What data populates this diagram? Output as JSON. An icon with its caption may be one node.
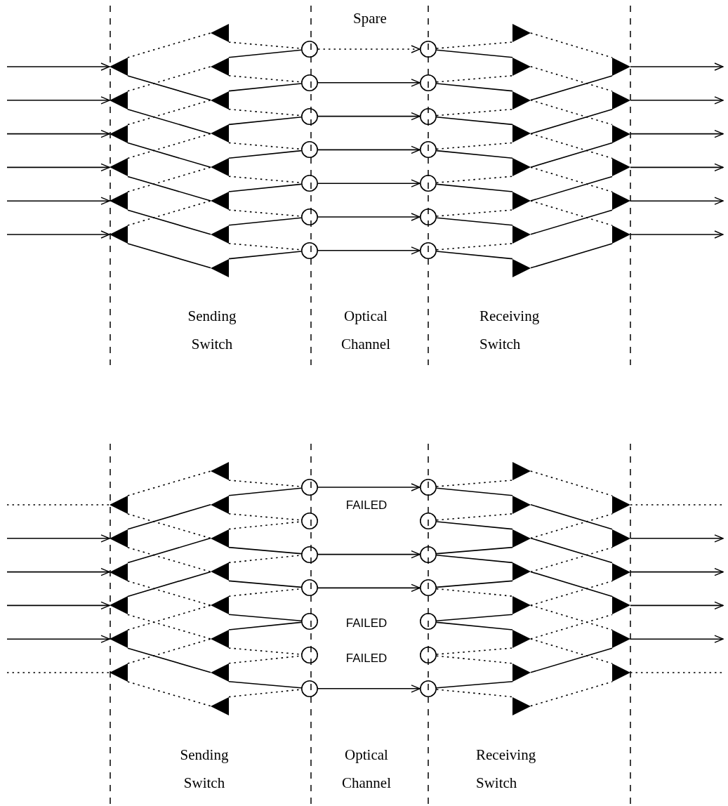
{
  "diagram": {
    "nodes": [
      {
        "text": [],
        "shape": "triangle"
      },
      {
        "text": [],
        "shape": "triangle"
      },
      {
        "text": [],
        "shape": "triangle"
      },
      {
        "text": [],
        "shape": "triangle"
      },
      {
        "text": [],
        "shape": "triangle"
      },
      {
        "text": [],
        "shape": "triangle"
      },
      {
        "text": [],
        "shape": "triangle"
      },
      {
        "text": [],
        "shape": "triangle"
      },
      {
        "text": [],
        "shape": "triangle"
      },
      {
        "text": [],
        "shape": "triangle"
      },
      {
        "text": [],
        "shape": "triangle"
      },
      {
        "text": [],
        "shape": "triangle"
      },
      {
        "text": [],
        "shape": "triangle"
      },
      {
        "text": [],
        "shape": "triangle"
      },
      {
        "text": [],
        "shape": "circle"
      },
      {
        "text": [],
        "shape": "circle"
      },
      {
        "text": [],
        "shape": "circle"
      },
      {
        "text": [],
        "shape": "circle"
      },
      {
        "text": [],
        "shape": "circle"
      },
      {
        "text": [],
        "shape": "circle"
      },
      {
        "text": [],
        "shape": "circle"
      },
      {
        "text": [],
        "shape": "circle"
      },
      {
        "text": [],
        "shape": "circle"
      },
      {
        "text": [],
        "shape": "circle"
      },
      {
        "text": [],
        "shape": "circle"
      },
      {
        "text": [],
        "shape": "circle"
      },
      {
        "text": [],
        "shape": "circle"
      },
      {
        "text": [],
        "shape": "circle"
      },
      {
        "text": [],
        "shape": "triangle"
      },
      {
        "text": [],
        "shape": "triangle"
      },
      {
        "text": [],
        "shape": "triangle"
      },
      {
        "text": [],
        "shape": "triangle"
      },
      {
        "text": [],
        "shape": "triangle"
      },
      {
        "text": [],
        "shape": "triangle"
      },
      {
        "text": [],
        "shape": "triangle"
      },
      {
        "text": [],
        "shape": "triangle"
      },
      {
        "text": [],
        "shape": "triangle"
      },
      {
        "text": [],
        "shape": "triangle"
      },
      {
        "text": [],
        "shape": "triangle"
      },
      {
        "text": [],
        "shape": "triangle"
      },
      {
        "text": [],
        "shape": "triangle"
      },
      {
        "text": [],
        "shape": "triangle"
      },
      {
        "text": [],
        "shape": "triangle"
      },
      {
        "text": [],
        "shape": "triangle"
      },
      {
        "text": [],
        "shape": "triangle"
      },
      {
        "text": [],
        "shape": "triangle"
      },
      {
        "text": [],
        "shape": "triangle"
      },
      {
        "text": [],
        "shape": "triangle"
      },
      {
        "text": [],
        "shape": "triangle"
      },
      {
        "text": [],
        "shape": "triangle"
      },
      {
        "text": [],
        "shape": "triangle"
      },
      {
        "text": [],
        "shape": "triangle"
      },
      {
        "text": [],
        "shape": "triangle"
      },
      {
        "text": [],
        "shape": "triangle"
      },
      {
        "text": [],
        "shape": "triangle"
      },
      {
        "text": [],
        "shape": "triangle"
      },
      {
        "text": [],
        "shape": "circle"
      },
      {
        "text": [],
        "shape": "circle"
      },
      {
        "text": [],
        "shape": "circle"
      },
      {
        "text": [],
        "shape": "circle"
      },
      {
        "text": [],
        "shape": "circle"
      },
      {
        "text": [],
        "shape": "circle"
      },
      {
        "text": [],
        "shape": "circle"
      },
      {
        "text": [],
        "shape": "circle"
      },
      {
        "text": [],
        "shape": "circle"
      },
      {
        "text": [],
        "shape": "circle"
      },
      {
        "text": [],
        "shape": "circle"
      },
      {
        "text": [],
        "shape": "circle"
      },
      {
        "text": [],
        "shape": "circle"
      },
      {
        "text": [],
        "shape": "circle"
      },
      {
        "text": [],
        "shape": "triangle"
      },
      {
        "text": [],
        "shape": "triangle"
      },
      {
        "text": [],
        "shape": "triangle"
      },
      {
        "text": [],
        "shape": "triangle"
      },
      {
        "text": [],
        "shape": "triangle"
      },
      {
        "text": [],
        "shape": "triangle"
      },
      {
        "text": [],
        "shape": "triangle"
      },
      {
        "text": [],
        "shape": "triangle"
      },
      {
        "text": [],
        "shape": "triangle"
      },
      {
        "text": [],
        "shape": "triangle"
      },
      {
        "text": [],
        "shape": "triangle"
      },
      {
        "text": [],
        "shape": "triangle"
      },
      {
        "text": [],
        "shape": "triangle"
      },
      {
        "text": [],
        "shape": "triangle"
      }
    ],
    "edges": [
      {
        "from": null,
        "to": 0,
        "arrow": "to"
      },
      {
        "from": null,
        "to": 1,
        "arrow": "to"
      },
      {
        "from": null,
        "to": 2,
        "arrow": "to"
      },
      {
        "from": null,
        "to": 3,
        "arrow": "to"
      },
      {
        "from": null,
        "to": 4,
        "arrow": "to"
      },
      {
        "from": null,
        "to": 5,
        "arrow": "to"
      },
      {
        "from": 0,
        "to": 6,
        "arrow": "none",
        "style": "dashed"
      },
      {
        "from": 0,
        "to": 8,
        "arrow": "none"
      },
      {
        "from": 1,
        "to": 7,
        "arrow": "none",
        "style": "dashed"
      },
      {
        "from": 1,
        "to": 9,
        "arrow": "none"
      },
      {
        "from": 2,
        "to": 8,
        "arrow": "none",
        "style": "dashed"
      },
      {
        "from": 2,
        "to": 10,
        "arrow": "none"
      },
      {
        "from": 3,
        "to": 9,
        "arrow": "none",
        "style": "dashed"
      },
      {
        "from": 3,
        "to": 11,
        "arrow": "none"
      },
      {
        "from": 4,
        "to": 10,
        "arrow": "none",
        "style": "dashed"
      },
      {
        "from": 4,
        "to": 12,
        "arrow": "none"
      },
      {
        "from": 5,
        "to": 11,
        "arrow": "none",
        "style": "dashed"
      },
      {
        "from": 5,
        "to": 13,
        "arrow": "none"
      },
      {
        "from": 6,
        "to": 14,
        "arrow": "none",
        "style": "dashed"
      },
      {
        "from": 7,
        "to": 14,
        "arrow": "none"
      },
      {
        "from": 7,
        "to": 15,
        "arrow": "none",
        "style": "dashed"
      },
      {
        "from": 8,
        "to": 15,
        "arrow": "none"
      },
      {
        "from": 8,
        "to": 16,
        "arrow": "none",
        "style": "dashed"
      },
      {
        "from": 9,
        "to": 16,
        "arrow": "none"
      },
      {
        "from": 9,
        "to": 17,
        "arrow": "none",
        "style": "dashed"
      },
      {
        "from": 10,
        "to": 17,
        "arrow": "none"
      },
      {
        "from": 10,
        "to": 18,
        "arrow": "none",
        "style": "dashed"
      },
      {
        "from": 11,
        "to": 18,
        "arrow": "none"
      },
      {
        "from": 11,
        "to": 19,
        "arrow": "none",
        "style": "dashed"
      },
      {
        "from": 12,
        "to": 19,
        "arrow": "none"
      },
      {
        "from": 12,
        "to": 20,
        "arrow": "none",
        "style": "dashed"
      },
      {
        "from": 13,
        "to": 20,
        "arrow": "none"
      },
      {
        "from": 14,
        "to": 21,
        "arrow": "to",
        "style": "dashed"
      },
      {
        "from": 15,
        "to": 22,
        "arrow": "to"
      },
      {
        "from": 16,
        "to": 23,
        "arrow": "to"
      },
      {
        "from": 17,
        "to": 24,
        "arrow": "to"
      },
      {
        "from": 18,
        "to": 25,
        "arrow": "to"
      },
      {
        "from": 19,
        "to": 26,
        "arrow": "to"
      },
      {
        "from": 20,
        "to": 27,
        "arrow": "to"
      },
      {
        "from": 21,
        "to": 28,
        "arrow": "none",
        "style": "dashed"
      },
      {
        "from": 21,
        "to": 29,
        "arrow": "none"
      },
      {
        "from": 22,
        "to": 29,
        "arrow": "none",
        "style": "dashed"
      },
      {
        "from": 22,
        "to": 30,
        "arrow": "none"
      },
      {
        "from": 23,
        "to": 30,
        "arrow": "none",
        "style": "dashed"
      },
      {
        "from": 23,
        "to": 31,
        "arrow": "none"
      },
      {
        "from": 24,
        "to": 31,
        "arrow": "none",
        "style": "dashed"
      },
      {
        "from": 24,
        "to": 32,
        "arrow": "none"
      },
      {
        "from": 25,
        "to": 32,
        "arrow": "none",
        "style": "dashed"
      },
      {
        "from": 25,
        "to": 33,
        "arrow": "none"
      },
      {
        "from": 26,
        "to": 33,
        "arrow": "none",
        "style": "dashed"
      },
      {
        "from": 26,
        "to": 34,
        "arrow": "none"
      },
      {
        "from": 27,
        "to": 34,
        "arrow": "none",
        "style": "dashed"
      },
      {
        "from": 27,
        "to": 35,
        "arrow": "none"
      },
      {
        "from": 28,
        "to": 36,
        "arrow": "none",
        "style": "dashed"
      },
      {
        "from": 30,
        "to": 36,
        "arrow": "none"
      },
      {
        "from": 29,
        "to": 37,
        "arrow": "none",
        "style": "dashed"
      },
      {
        "from": 31,
        "to": 37,
        "arrow": "none"
      },
      {
        "from": 30,
        "to": 38,
        "arrow": "none",
        "style": "dashed"
      },
      {
        "from": 32,
        "to": 38,
        "arrow": "none"
      },
      {
        "from": 31,
        "to": 39,
        "arrow": "none",
        "style": "dashed"
      },
      {
        "from": 33,
        "to": 39,
        "arrow": "none"
      },
      {
        "from": 32,
        "to": 40,
        "arrow": "none",
        "style": "dashed"
      },
      {
        "from": 34,
        "to": 40,
        "arrow": "none"
      },
      {
        "from": 33,
        "to": 41,
        "arrow": "none",
        "style": "dashed"
      },
      {
        "from": 35,
        "to": 41,
        "arrow": "none"
      },
      {
        "from": 36,
        "to": null,
        "arrow": "to"
      },
      {
        "from": 37,
        "to": null,
        "arrow": "to"
      },
      {
        "from": 38,
        "to": null,
        "arrow": "to"
      },
      {
        "from": 39,
        "to": null,
        "arrow": "to"
      },
      {
        "from": 40,
        "to": null,
        "arrow": "to"
      },
      {
        "from": 41,
        "to": null,
        "arrow": "to"
      },
      {
        "from": null,
        "to": 42,
        "arrow": "none",
        "style": "dashed"
      },
      {
        "from": null,
        "to": 43,
        "arrow": "to"
      },
      {
        "from": null,
        "to": 44,
        "arrow": "to"
      },
      {
        "from": null,
        "to": 45,
        "arrow": "to"
      },
      {
        "from": null,
        "to": 46,
        "arrow": "to"
      },
      {
        "from": null,
        "to": 47,
        "arrow": "none",
        "style": "dashed"
      },
      {
        "from": 42,
        "to": 48,
        "arrow": "none",
        "style": "dashed"
      },
      {
        "from": 42,
        "to": 50,
        "arrow": "none",
        "style": "dashed"
      },
      {
        "from": 43,
        "to": 49,
        "arrow": "none"
      },
      {
        "from": 43,
        "to": 51,
        "arrow": "none",
        "style": "dashed"
      },
      {
        "from": 44,
        "to": 50,
        "arrow": "none"
      },
      {
        "from": 44,
        "to": 52,
        "arrow": "none",
        "style": "dashed"
      },
      {
        "from": 45,
        "to": 51,
        "arrow": "none"
      },
      {
        "from": 45,
        "to": 53,
        "arrow": "none",
        "style": "dashed"
      },
      {
        "from": 46,
        "to": 52,
        "arrow": "none",
        "style": "dashed"
      },
      {
        "from": 46,
        "to": 54,
        "arrow": "none"
      },
      {
        "from": 47,
        "to": 53,
        "arrow": "none",
        "style": "dashed"
      },
      {
        "from": 47,
        "to": 55,
        "arrow": "none",
        "style": "dashed"
      },
      {
        "from": 48,
        "to": 56,
        "arrow": "none",
        "style": "dashed"
      },
      {
        "from": 49,
        "to": 56,
        "arrow": "none"
      },
      {
        "from": 49,
        "to": 57,
        "arrow": "none",
        "style": "dashed"
      },
      {
        "from": 50,
        "to": 57,
        "arrow": "none",
        "style": "dashed"
      },
      {
        "from": 50,
        "to": 58,
        "arrow": "none"
      },
      {
        "from": 51,
        "to": 58,
        "arrow": "none",
        "style": "dashed"
      },
      {
        "from": 51,
        "to": 59,
        "arrow": "none"
      },
      {
        "from": 52,
        "to": 59,
        "arrow": "none",
        "style": "dashed"
      },
      {
        "from": 52,
        "to": 60,
        "arrow": "none"
      },
      {
        "from": 53,
        "to": 60,
        "arrow": "none"
      },
      {
        "from": 53,
        "to": 61,
        "arrow": "none",
        "style": "dashed"
      },
      {
        "from": 54,
        "to": 61,
        "arrow": "none",
        "style": "dashed"
      },
      {
        "from": 54,
        "to": 62,
        "arrow": "none"
      },
      {
        "from": 55,
        "to": 62,
        "arrow": "none",
        "style": "dashed"
      },
      {
        "from": 56,
        "to": 63,
        "arrow": "to"
      },
      {
        "from": 58,
        "to": 65,
        "arrow": "to"
      },
      {
        "from": 59,
        "to": 66,
        "arrow": "to"
      },
      {
        "from": 62,
        "to": 69,
        "arrow": "to"
      },
      {
        "from": 63,
        "to": 70,
        "arrow": "none",
        "style": "dashed"
      },
      {
        "from": 63,
        "to": 71,
        "arrow": "none"
      },
      {
        "from": 64,
        "to": 71,
        "arrow": "none",
        "style": "dashed"
      },
      {
        "from": 64,
        "to": 72,
        "arrow": "none"
      },
      {
        "from": 65,
        "to": 72,
        "arrow": "none"
      },
      {
        "from": 65,
        "to": 73,
        "arrow": "none"
      },
      {
        "from": 66,
        "to": 73,
        "arrow": "none"
      },
      {
        "from": 66,
        "to": 74,
        "arrow": "none",
        "style": "dashed"
      },
      {
        "from": 67,
        "to": 74,
        "arrow": "none"
      },
      {
        "from": 67,
        "to": 75,
        "arrow": "none"
      },
      {
        "from": 68,
        "to": 75,
        "arrow": "none",
        "style": "dashed"
      },
      {
        "from": 68,
        "to": 76,
        "arrow": "none",
        "style": "dashed"
      },
      {
        "from": 69,
        "to": 76,
        "arrow": "none"
      },
      {
        "from": 69,
        "to": 77,
        "arrow": "none",
        "style": "dashed"
      },
      {
        "from": 70,
        "to": 78,
        "arrow": "none",
        "style": "dashed"
      },
      {
        "from": 72,
        "to": 78,
        "arrow": "none",
        "style": "dashed"
      },
      {
        "from": 71,
        "to": 79,
        "arrow": "none"
      },
      {
        "from": 73,
        "to": 79,
        "arrow": "none",
        "style": "dashed"
      },
      {
        "from": 72,
        "to": 80,
        "arrow": "none"
      },
      {
        "from": 74,
        "to": 80,
        "arrow": "none",
        "style": "dashed"
      },
      {
        "from": 73,
        "to": 81,
        "arrow": "none"
      },
      {
        "from": 75,
        "to": 81,
        "arrow": "none",
        "style": "dashed"
      },
      {
        "from": 74,
        "to": 82,
        "arrow": "none",
        "style": "dashed"
      },
      {
        "from": 76,
        "to": 82,
        "arrow": "none"
      },
      {
        "from": 75,
        "to": 83,
        "arrow": "none",
        "style": "dashed"
      },
      {
        "from": 77,
        "to": 83,
        "arrow": "none",
        "style": "dashed"
      },
      {
        "from": 78,
        "to": null,
        "arrow": "none",
        "style": "dashed"
      },
      {
        "from": 79,
        "to": null,
        "arrow": "to"
      },
      {
        "from": 80,
        "to": null,
        "arrow": "to"
      },
      {
        "from": 81,
        "to": null,
        "arrow": "to"
      },
      {
        "from": 82,
        "to": null,
        "arrow": "to"
      },
      {
        "from": 83,
        "to": null,
        "arrow": "none",
        "style": "dashed"
      }
    ],
    "labels": [
      "Spare",
      "Sending Switch",
      "Optical Channel",
      "Receiving Switch",
      "FAILED",
      "FAILED",
      "FAILED",
      "Sending Switch",
      "Optical Channel",
      "Receiving Switch"
    ]
  }
}
